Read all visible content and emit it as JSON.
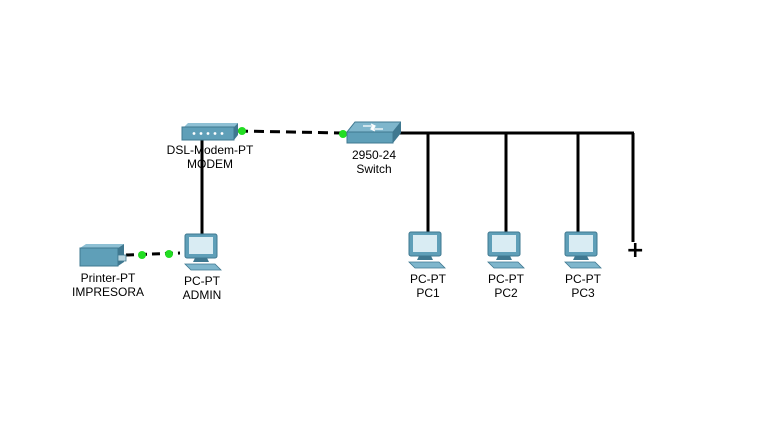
{
  "devices": {
    "modem": {
      "model": "DSL-Modem-PT",
      "name": "MODEM",
      "icon": "dsl-modem-icon"
    },
    "switch": {
      "model": "2950-24",
      "name": "Switch",
      "icon": "switch-icon"
    },
    "printer": {
      "model": "Printer-PT",
      "name": "IMPRESORA",
      "icon": "printer-icon"
    },
    "admin": {
      "model": "PC-PT",
      "name": "ADMIN",
      "icon": "pc-icon"
    },
    "pc1": {
      "model": "PC-PT",
      "name": "PC1",
      "icon": "pc-icon"
    },
    "pc2": {
      "model": "PC-PT",
      "name": "PC2",
      "icon": "pc-icon"
    },
    "pc3": {
      "model": "PC-PT",
      "name": "PC3",
      "icon": "pc-icon"
    }
  },
  "extra_symbol": "+",
  "colors": {
    "device_blue": "#5f9fb8",
    "device_dark": "#3f7890",
    "link": "#000000",
    "link_up": "#22dd22"
  }
}
